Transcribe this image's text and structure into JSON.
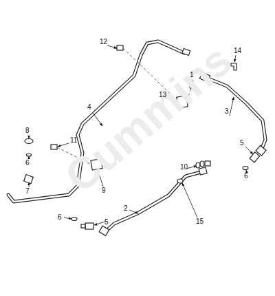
{
  "diagram": {
    "labels": [
      "12",
      "14",
      "1",
      "13",
      "4",
      "3",
      "8",
      "11",
      "5",
      "6",
      "7",
      "9",
      "10",
      "6",
      "2",
      "15",
      "6",
      "5",
      "Cummins"
    ]
  }
}
